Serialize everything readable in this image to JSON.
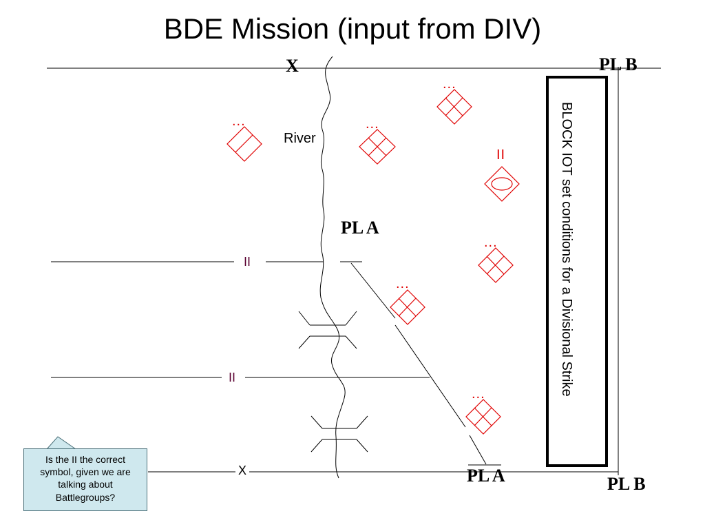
{
  "title": "BDE Mission (input from DIV)",
  "labels": {
    "x_top": "X",
    "pl_b_top": "PL B",
    "pl_b_bottom": "PL B",
    "pl_a_mid": "PL A",
    "pl_a_bottom": "PL A",
    "river": "River"
  },
  "boundaries": [
    {
      "id": "upper",
      "echelon_mark": "II"
    },
    {
      "id": "middle",
      "echelon_mark": "II"
    },
    {
      "id": "lower",
      "echelon_mark": "X"
    }
  ],
  "units": [
    {
      "id": "unit-1",
      "size_mark": "...",
      "symbol": "mechanized-infantry-diamond"
    },
    {
      "id": "unit-2",
      "size_mark": "...",
      "symbol": "cross-hatched-diamond"
    },
    {
      "id": "unit-3",
      "size_mark": "...",
      "symbol": "cross-hatched-diamond"
    },
    {
      "id": "unit-4",
      "size_mark": "II",
      "symbol": "armor-diamond"
    },
    {
      "id": "unit-5",
      "size_mark": "...",
      "symbol": "cross-hatched-diamond"
    },
    {
      "id": "unit-6",
      "size_mark": "...",
      "symbol": "cross-hatched-diamond"
    },
    {
      "id": "unit-7",
      "size_mark": "...",
      "symbol": "cross-hatched-diamond"
    }
  ],
  "task": {
    "text": "BLOCK IOT set conditions for a Divisional Strike"
  },
  "comment": {
    "text": "Is the II the correct symbol, given we are talking about Battlegroups?"
  },
  "colors": {
    "enemy": "#e00000",
    "callout_bg": "#cfe8ee",
    "boundary_mark": "#5a0030"
  }
}
